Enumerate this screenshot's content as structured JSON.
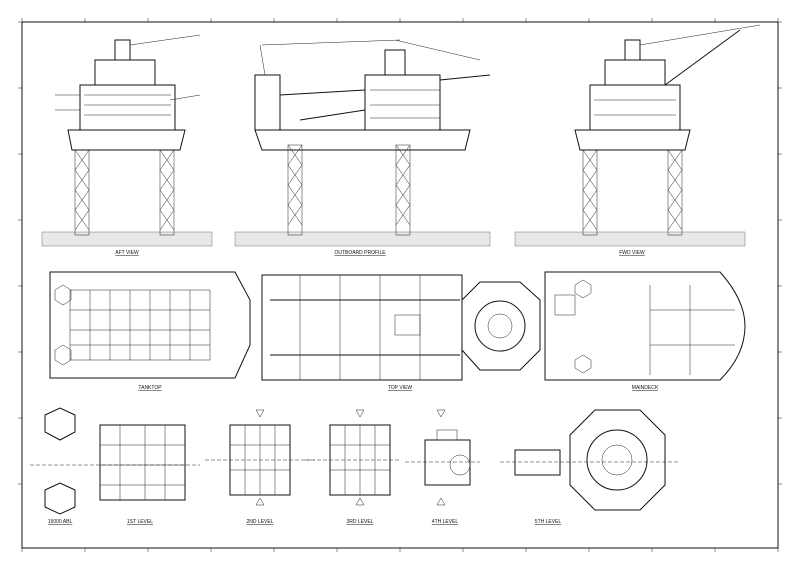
{
  "sheet": {
    "views": {
      "aft_view": "AFT VIEW",
      "outboard_profile": "OUTBOARD PROFILE",
      "fwd_view": "FWD VIEW",
      "tanktop": "TANKTOP",
      "top_view": "TOP VIEW",
      "maindeck": "MAINDECK",
      "abl": "15000 ABL",
      "level1": "1ST LEVEL",
      "level2": "2ND LEVEL",
      "level3": "3RD LEVEL",
      "level4": "4TH LEVEL",
      "level5": "5TH LEVEL"
    },
    "colors": {
      "line": "#111111",
      "background": "#ffffff",
      "seabed": "#e8e8e8"
    }
  }
}
